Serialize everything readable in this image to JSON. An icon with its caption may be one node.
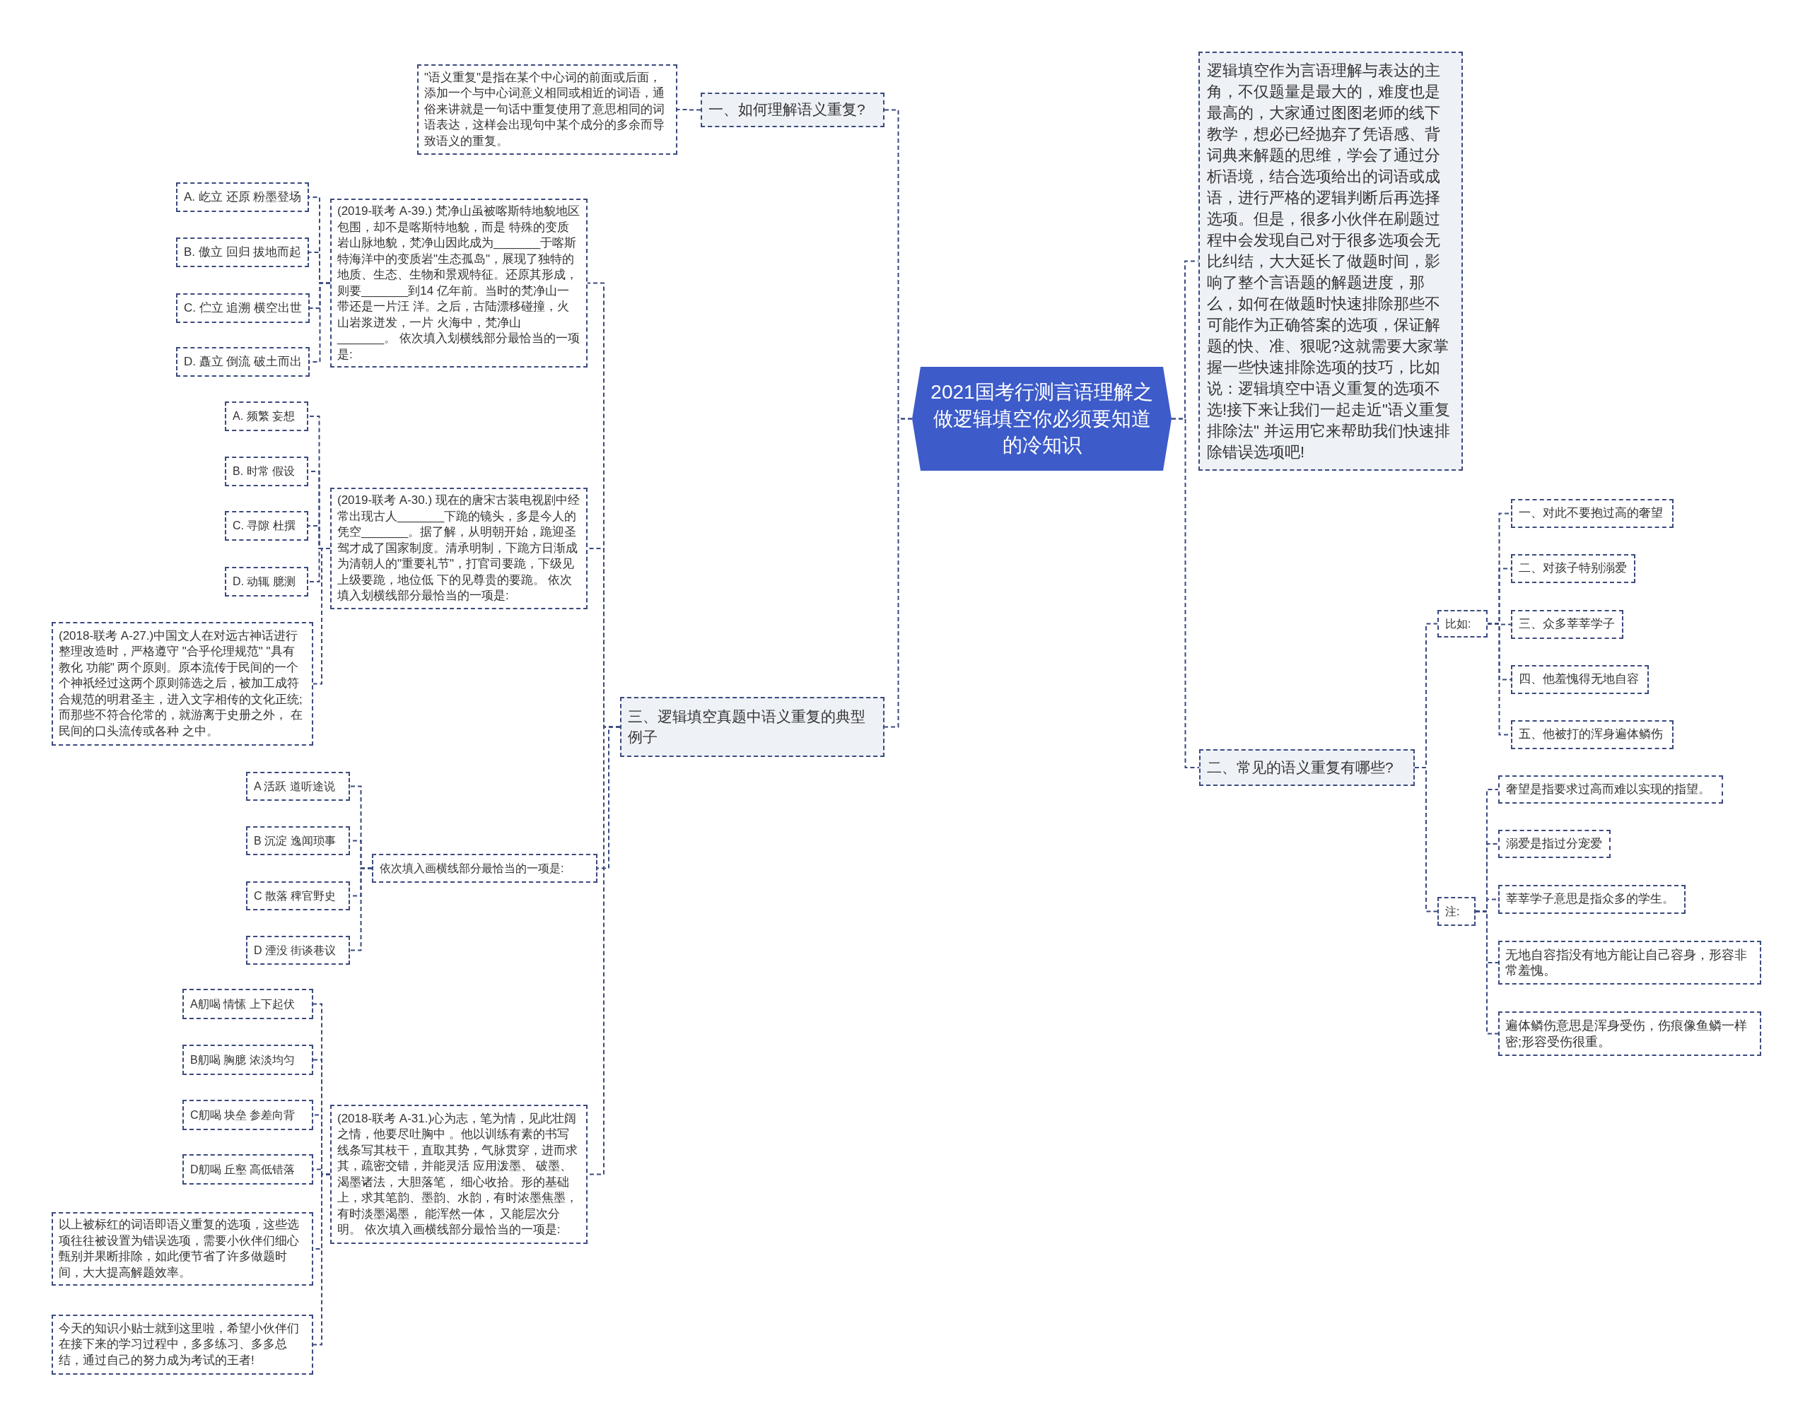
{
  "diagram": {
    "nodes": [
      {
        "text": [
          "2021国考行测言语理解之做逻辑填空你必须要知道的冷知识"
        ]
      },
      {
        "text": [
          "一、如何理解语义重复?"
        ]
      },
      {
        "text": [
          "\"语义重复\"是指在某个中心词的前面或后面，添加一个与中心词意义相同或相近的词语，通俗来讲就是一句话中重复使用了意思相同的词语表达，这样会出现句中某个成分的多余而导致语义的重复。"
        ]
      },
      {
        "text": [
          "三、逻辑填空真题中语义重复的典型例子"
        ]
      },
      {
        "text": [
          "(2019-联考 A-39.) 梵净山虽被喀斯特地貌地区包围，却不是喀斯特地貌，而是 特殊的变质岩山脉地貌，梵净山因此成为_______于喀斯特海洋中的变质岩\"生态孤岛\"，展现了独特的地质、生态、生物和景观特征。还原其形成，则要_______到14 亿年前。当时的梵净山一带还是一片汪 洋。之后，古陆漂移碰撞，火山岩浆迸发，一片 火海中，梵净山_______。 依次填入划横线部分最恰当的一项是:"
        ]
      },
      {
        "text": [
          "A. 屹立 还原 粉墨登场"
        ]
      },
      {
        "text": [
          "B. 傲立 回归 拔地而起"
        ]
      },
      {
        "text": [
          "C. 伫立 追溯 横空出世"
        ]
      },
      {
        "text": [
          "D. 矗立 倒流 破土而出"
        ]
      },
      {
        "text": [
          "(2019-联考 A-30.) 现在的唐宋古装电视剧中经常出现古人_______下跪的镜头，多是今人的凭空_______。据了解，从明朝开始，跪迎圣驾才成了国家制度。清承明制，下跪方日渐成为清朝人的\"重要礼节\"，打官司要跪，下级见上级要跪，地位低 下的见尊贵的要跪。 依次填入划横线部分最恰当的一项是:"
        ]
      },
      {
        "text": [
          "A. 频繁 妄想"
        ]
      },
      {
        "text": [
          "B. 时常 假设"
        ]
      },
      {
        "text": [
          "C. 寻隙 杜撰"
        ]
      },
      {
        "text": [
          "D. 动辄 臆测"
        ]
      },
      {
        "text": [
          "(2018-联考 A-27.)中国文人在对远古神话进行整理改造时，严格遵守 \"合乎伦理规范\" \"具有教化 功能\" 两个原则。原本流传于民间的一个个神祇经过这两个原则筛选之后，被加工成符合规范的明君圣主，进入文字相传的文化正统;而那些不符合伦常的，就游离于史册之外， 在民间的口头流传或各种 之中。"
        ]
      },
      {
        "text": [
          "依次填入画横线部分最恰当的一项是:"
        ]
      },
      {
        "text": [
          "A 活跃 道听途说"
        ]
      },
      {
        "text": [
          "B 沉淀 逸闻琐事"
        ]
      },
      {
        "text": [
          "C 散落 稗官野史"
        ]
      },
      {
        "text": [
          "D 湮没 街谈巷议"
        ]
      },
      {
        "text": [
          "(2018-联考 A-31.)心为志，笔为情，见此壮阔之情，他要尽吐胸中 。他以训练有素的书写线条写其枝干，直取其势，气脉贯穿，进而求其，疏密交错，并能灵活 应用泼墨、 破墨、渴墨诸法，大胆落笔， 细心收拾。形的基础上，求其笔韵、墨韵、水韵，有时浓墨焦墨，有时淡墨渴墨， 能浑然一体， 又能层次分明。 依次填入画横线部分最恰当的一项是:"
        ]
      },
      {
        "text": [
          "A舠喝 情愫 上下起伏"
        ]
      },
      {
        "text": [
          "B舠喝 胸臆 浓淡均匀"
        ]
      },
      {
        "text": [
          "C舠喝 块垒 参差向背"
        ]
      },
      {
        "text": [
          "D舠喝 丘壑 高低错落"
        ]
      },
      {
        "text": [
          "以上被标红的词语即语义重复的选项，这些选项往往被设置为错误选项，需要小伙伴们细心甄别并果断排除，如此便节省了许多做题时间，大大提高解题效率。"
        ]
      },
      {
        "text": [
          "今天的知识小贴士就到这里啦，希望小伙伴们在接下来的学习过程中，多多练习、多多总结，通过自己的努力成为考试的王者!"
        ]
      },
      {
        "text": [
          "逻辑填空作为言语理解与表达的主角，不仅题量是最大的，难度也是最高的，大家通过图图老师的线下教学，想必已经抛弃了凭语感、背词典来解题的思维，学会了通过分析语境，结合选项给出的词语或成语，进行严格的逻辑判断后再选择选项。但是，很多小伙伴在刷题过程中会发现自己对于很多选项会无比纠结，大大延长了做题时间，影响了整个言语题的解题进度，那么，如何在做题时快速排除那些不可能作为正确答案的选项，保证解题的快、准、狠呢?这就需要大家掌握一些快速排除选项的技巧，比如说：逻辑填空中语义重复的选项不选!接下来让我们一起走近\"语义重复排除法\" 并运用它来帮助我们快速排除错误选项吧!"
        ]
      },
      {
        "text": [
          "二、常见的语义重复有哪些?"
        ]
      },
      {
        "text": [
          "比如:"
        ]
      },
      {
        "text": [
          "一、对此不要抱过高的奢望"
        ]
      },
      {
        "text": [
          "二、对孩子特别溺爱"
        ]
      },
      {
        "text": [
          "三、众多莘莘学子"
        ]
      },
      {
        "text": [
          "四、他羞愧得无地自容"
        ]
      },
      {
        "text": [
          "五、他被打的浑身遍体鳞伤"
        ]
      },
      {
        "text": [
          "注:"
        ]
      },
      {
        "text": [
          "奢望是指要求过高而难以实现的指望。"
        ]
      },
      {
        "text": [
          "溺爱是指过分宠爱"
        ]
      },
      {
        "text": [
          "莘莘学子意思是指众多的学生。"
        ]
      },
      {
        "text": [
          "无地自容指没有地方能让自己容身，形容非常羞愧。"
        ]
      },
      {
        "text": [
          "遍体鳞伤意思是浑身受伤，伤痕像鱼鳞一样密;形容受伤很重。"
        ]
      }
    ],
    "edges": [
      {
        "from": 0,
        "to": 1,
        "arrow": "none"
      },
      {
        "from": 1,
        "to": 2,
        "arrow": "none"
      },
      {
        "from": 0,
        "to": 3,
        "arrow": "none"
      },
      {
        "from": 3,
        "to": 4,
        "arrow": "none"
      },
      {
        "from": 4,
        "to": 5,
        "arrow": "none"
      },
      {
        "from": 4,
        "to": 6,
        "arrow": "none"
      },
      {
        "from": 4,
        "to": 7,
        "arrow": "none"
      },
      {
        "from": 4,
        "to": 8,
        "arrow": "none"
      },
      {
        "from": 3,
        "to": 9,
        "arrow": "none"
      },
      {
        "from": 9,
        "to": 10,
        "arrow": "none"
      },
      {
        "from": 9,
        "to": 11,
        "arrow": "none"
      },
      {
        "from": 9,
        "to": 12,
        "arrow": "none"
      },
      {
        "from": 9,
        "to": 13,
        "arrow": "none"
      },
      {
        "from": 9,
        "to": 14,
        "arrow": "none"
      },
      {
        "from": 3,
        "to": 15,
        "arrow": "none"
      },
      {
        "from": 15,
        "to": 16,
        "arrow": "none"
      },
      {
        "from": 15,
        "to": 17,
        "arrow": "none"
      },
      {
        "from": 15,
        "to": 18,
        "arrow": "none"
      },
      {
        "from": 15,
        "to": 19,
        "arrow": "none"
      },
      {
        "from": 3,
        "to": 20,
        "arrow": "none"
      },
      {
        "from": 20,
        "to": 21,
        "arrow": "none"
      },
      {
        "from": 20,
        "to": 22,
        "arrow": "none"
      },
      {
        "from": 20,
        "to": 23,
        "arrow": "none"
      },
      {
        "from": 20,
        "to": 24,
        "arrow": "none"
      },
      {
        "from": 20,
        "to": 25,
        "arrow": "none"
      },
      {
        "from": 20,
        "to": 26,
        "arrow": "none"
      },
      {
        "from": 0,
        "to": 27,
        "arrow": "none"
      },
      {
        "from": 0,
        "to": 28,
        "arrow": "none"
      },
      {
        "from": 28,
        "to": 29,
        "arrow": "none"
      },
      {
        "from": 29,
        "to": 30,
        "arrow": "none"
      },
      {
        "from": 29,
        "to": 31,
        "arrow": "none"
      },
      {
        "from": 29,
        "to": 32,
        "arrow": "none"
      },
      {
        "from": 29,
        "to": 33,
        "arrow": "none"
      },
      {
        "from": 29,
        "to": 34,
        "arrow": "none"
      },
      {
        "from": 28,
        "to": 35,
        "arrow": "none"
      },
      {
        "from": 35,
        "to": 36,
        "arrow": "none"
      },
      {
        "from": 35,
        "to": 37,
        "arrow": "none"
      },
      {
        "from": 35,
        "to": 38,
        "arrow": "none"
      },
      {
        "from": 35,
        "to": 39,
        "arrow": "none"
      },
      {
        "from": 35,
        "to": 40,
        "arrow": "none"
      }
    ]
  }
}
